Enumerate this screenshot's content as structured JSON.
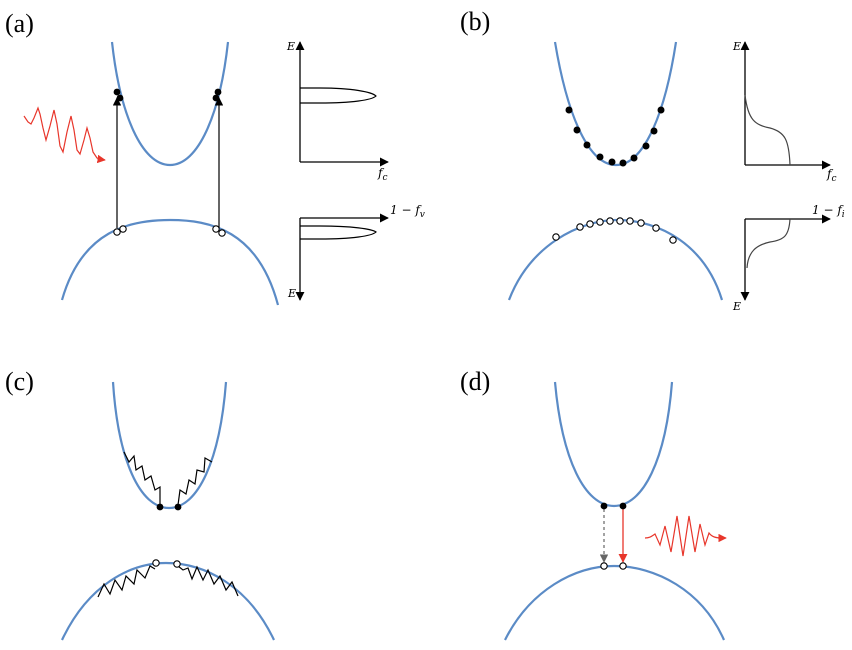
{
  "panels": [
    {
      "label": "(a)",
      "axes": {
        "upper_y": "E",
        "upper_x": "f",
        "upper_x_sub": "c",
        "lower_x": "1 − f",
        "lower_x_sub": "v",
        "lower_y": "E"
      }
    },
    {
      "label": "(b)",
      "axes": {
        "upper_y": "E",
        "upper_x": "f",
        "upper_x_sub": "c",
        "lower_x": "1 − f",
        "lower_x_sub": "i",
        "lower_y": "E"
      }
    },
    {
      "label": "(c)"
    },
    {
      "label": "(d)"
    }
  ],
  "colors": {
    "band": "#5b8bc6",
    "photon": "#e8362b",
    "line": "#000000",
    "dashed": "#666666"
  }
}
